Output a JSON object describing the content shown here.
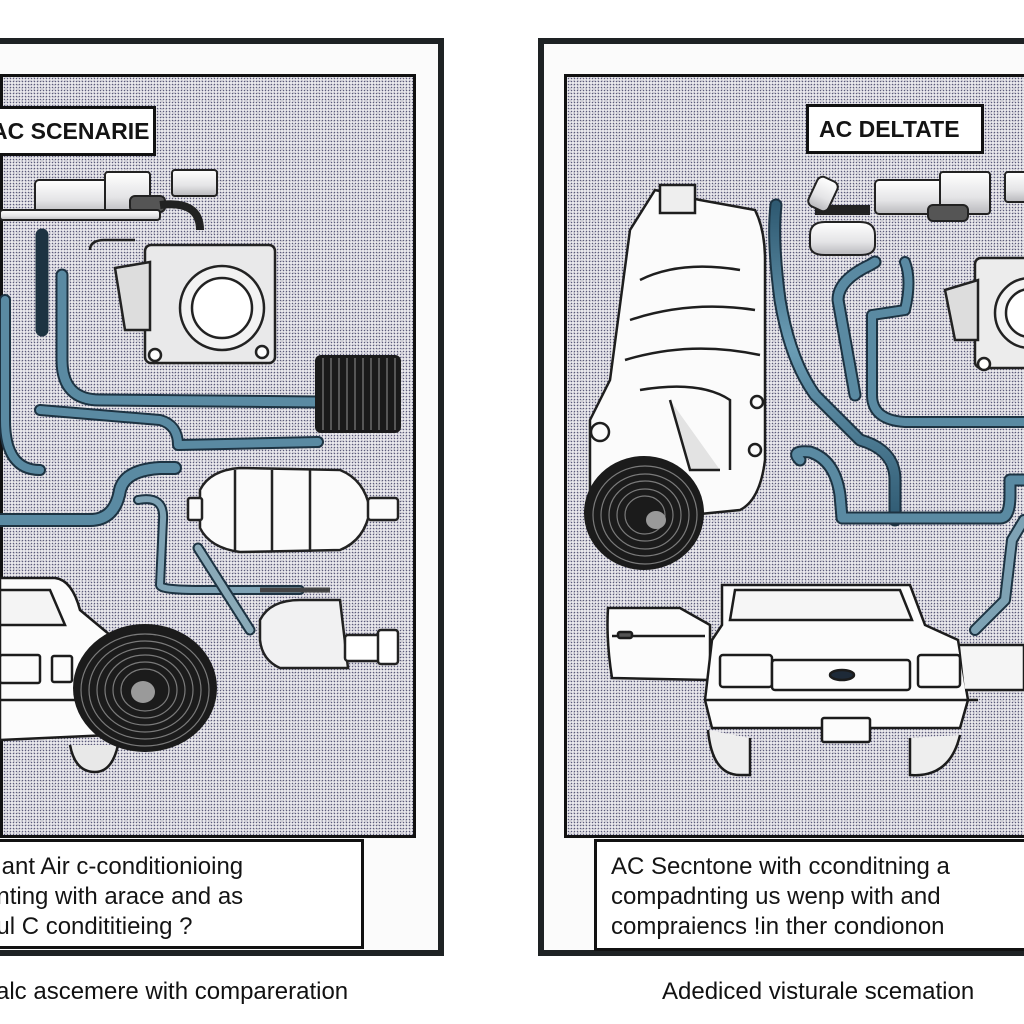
{
  "panels": [
    {
      "title": "AC SCENARIE",
      "caption_lines": [
        "s ant Air c-conditionioing",
        "unting  with arace and  as",
        " aul C condititieing ?"
      ],
      "bottom_label": "alc ascemere with compareration",
      "components": [
        "hose-assembly",
        "compressor-unit",
        "ribbed-pulley",
        "receiver-drier",
        "accumulator",
        "condenser-coil",
        "car-front"
      ]
    },
    {
      "title": "AC DELTATE",
      "caption_lines": [
        "AC Secntone with cconditning a",
        "compadnting us wenp  with and",
        "compraiencs !in ther condionon"
      ],
      "bottom_label": "Adediced visturale scemation",
      "components": [
        "engine-block",
        "compressor-clutch-coil",
        "hose-assembly",
        "compressor-unit",
        "car-front-open-door"
      ]
    }
  ],
  "colors": {
    "frame": "#1e2224",
    "hose": "#4f7f98",
    "hose_dark": "#2f5a72",
    "coil": "#1a1a1a",
    "stipple_bg": "#e9e8ec"
  }
}
